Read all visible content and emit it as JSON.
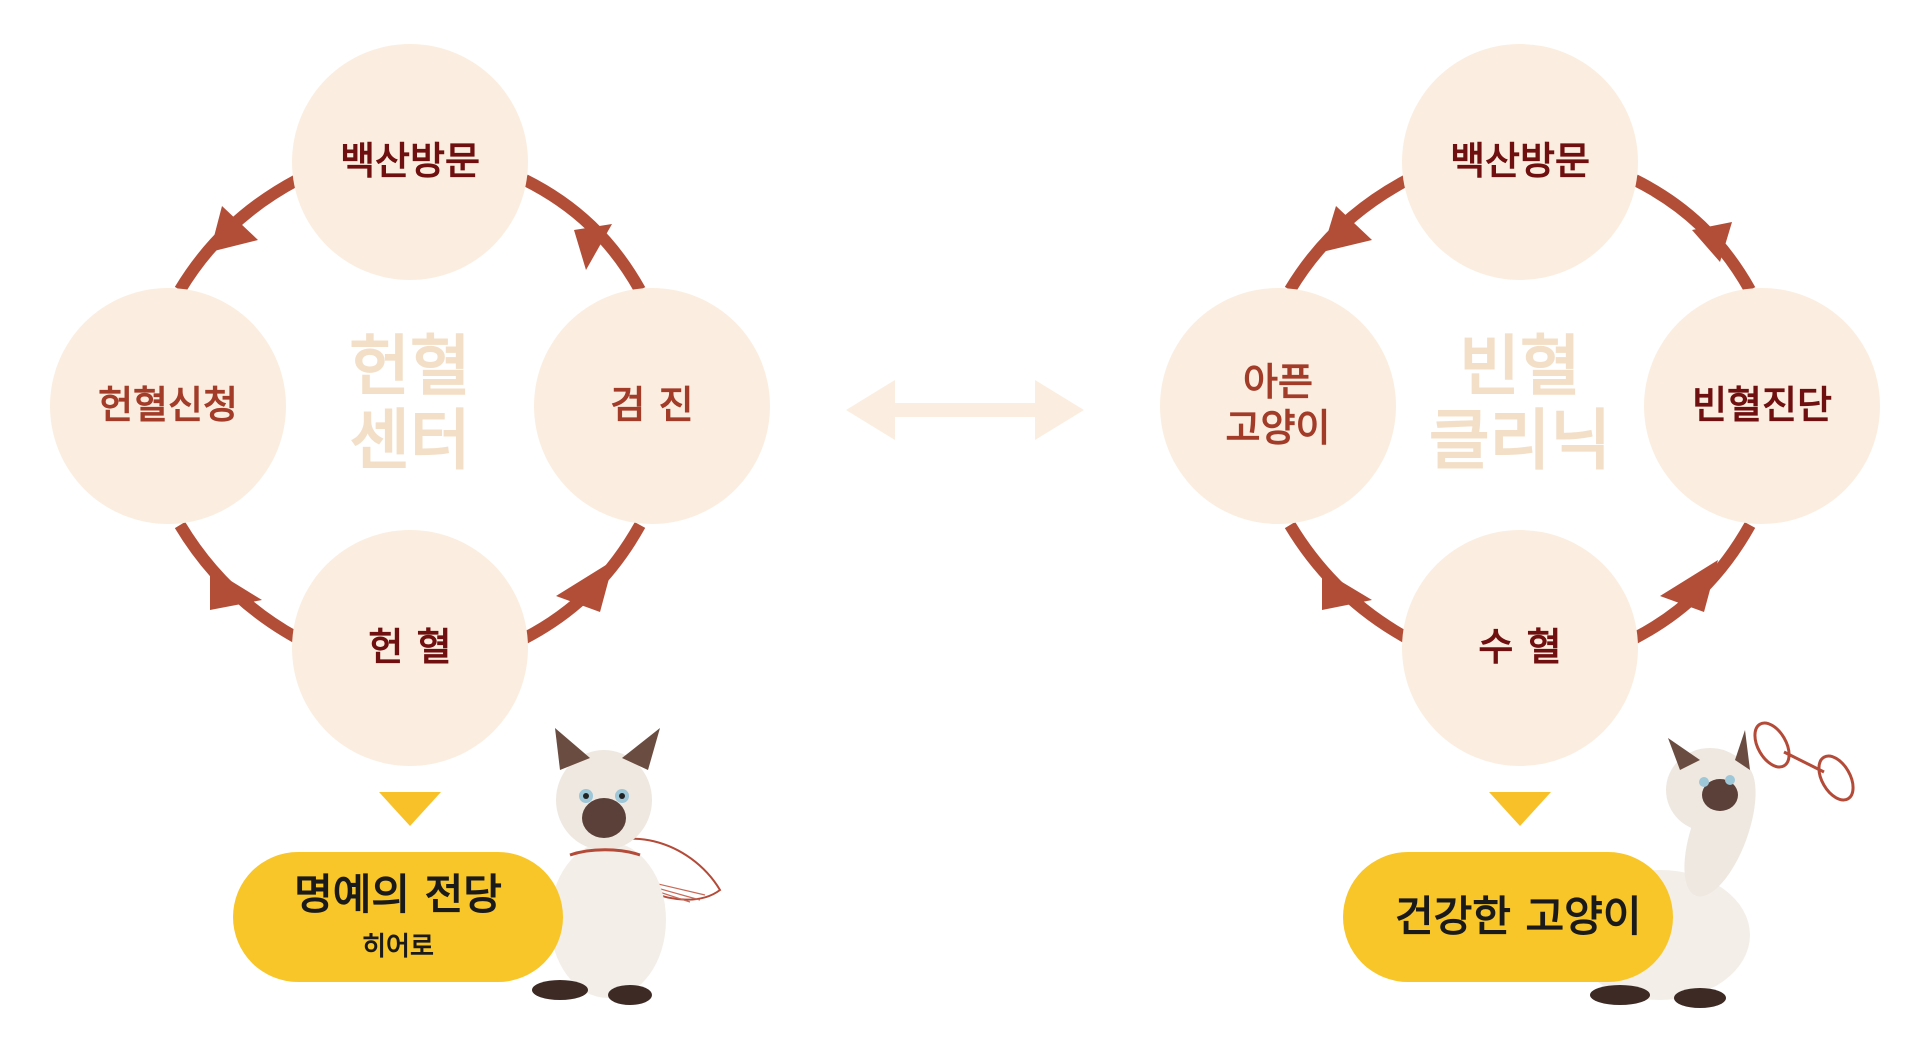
{
  "left_cycle": {
    "center_label": "헌혈\n센터",
    "nodes": {
      "top": "백산방문",
      "left": "헌혈신청",
      "right": "검 진",
      "bottom": "헌 혈"
    },
    "result": {
      "title": "명예의 전당",
      "subtitle": "히어로"
    }
  },
  "right_cycle": {
    "center_label": "빈혈\n클리닉",
    "nodes": {
      "top": "백산방문",
      "left": "아픈\n고양이",
      "right": "빈혈진단",
      "bottom": "수 혈"
    },
    "result": {
      "title": "건강한 고양이"
    }
  },
  "colors": {
    "arrow": "#b24e38",
    "node_fill": "#fbeee0",
    "center_text": "#f3dfc7",
    "pill": "#f8c629",
    "double_arrow": "#fbeee0"
  },
  "icons": [
    "cycle-arrow-icon",
    "double-arrow-icon",
    "down-triangle-icon",
    "cat-hero-image",
    "cat-dumbbell-image"
  ]
}
